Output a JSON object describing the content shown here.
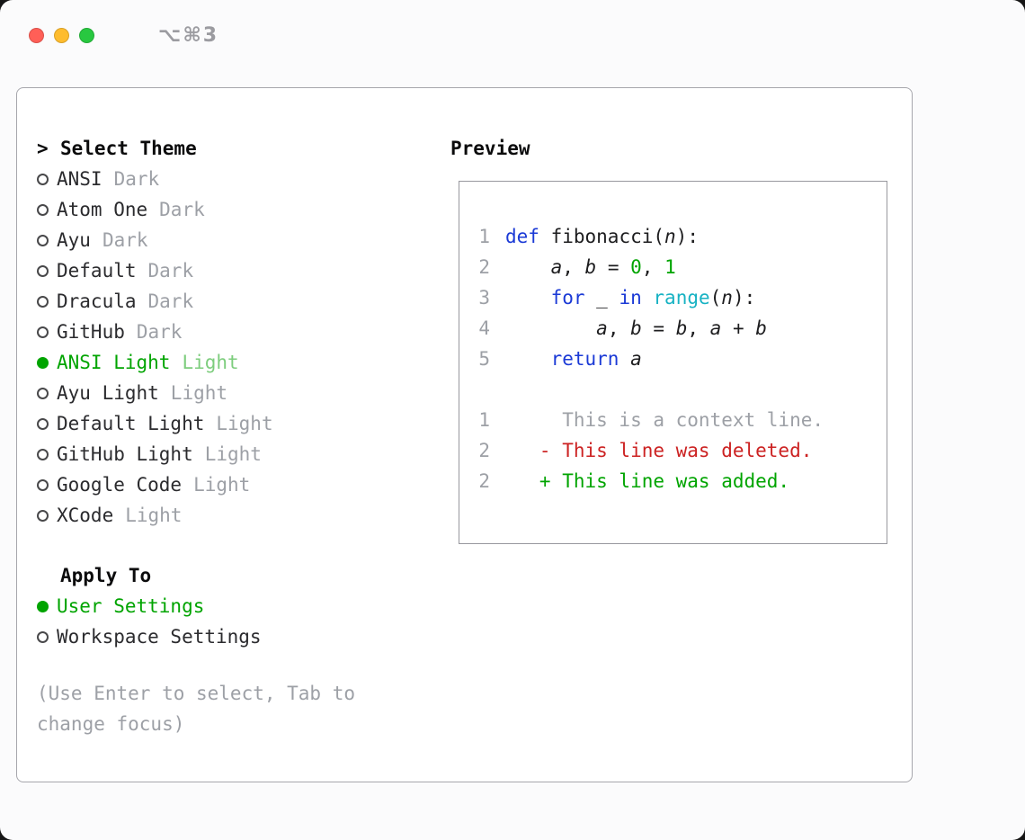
{
  "window": {
    "shortcut": "⌥⌘3"
  },
  "colors": {
    "accent_green": "#00a400",
    "accent_green_soft": "#7dcd7d",
    "keyword_blue": "#1b3ad6",
    "function_cyan": "#17b2c3",
    "number_green": "#00a400",
    "deleted_red": "#cc2222",
    "added_green": "#00a400",
    "muted_gray": "#9da0a6",
    "traffic_red": "#ff5f57",
    "traffic_yellow": "#febc2e",
    "traffic_green": "#28c840"
  },
  "theme_panel": {
    "title_prefix": ">",
    "title": "Select Theme",
    "themes": [
      {
        "name": "ANSI",
        "variant": "Dark",
        "selected": false
      },
      {
        "name": "Atom One",
        "variant": "Dark",
        "selected": false
      },
      {
        "name": "Ayu",
        "variant": "Dark",
        "selected": false
      },
      {
        "name": "Default",
        "variant": "Dark",
        "selected": false
      },
      {
        "name": "Dracula",
        "variant": "Dark",
        "selected": false
      },
      {
        "name": "GitHub",
        "variant": "Dark",
        "selected": false
      },
      {
        "name": "ANSI Light",
        "variant": "Light",
        "selected": true
      },
      {
        "name": "Ayu Light",
        "variant": "Light",
        "selected": false
      },
      {
        "name": "Default Light",
        "variant": "Light",
        "selected": false
      },
      {
        "name": "GitHub Light",
        "variant": "Light",
        "selected": false
      },
      {
        "name": "Google Code",
        "variant": "Light",
        "selected": false
      },
      {
        "name": "XCode",
        "variant": "Light",
        "selected": false
      }
    ]
  },
  "apply_panel": {
    "title": "Apply To",
    "options": [
      {
        "label": "User Settings",
        "selected": true
      },
      {
        "label": "Workspace Settings",
        "selected": false
      }
    ]
  },
  "hint": "(Use Enter to select, Tab to change focus)",
  "preview": {
    "title": "Preview",
    "lines": [
      {
        "no": "1",
        "tokens": [
          {
            "s": "kw",
            "t": "def"
          },
          {
            "t": " fibonacci("
          },
          {
            "s": "var",
            "t": "n"
          },
          {
            "t": "):"
          }
        ]
      },
      {
        "no": "2",
        "tokens": [
          {
            "t": "    "
          },
          {
            "s": "var",
            "t": "a"
          },
          {
            "t": ", "
          },
          {
            "s": "var",
            "t": "b"
          },
          {
            "t": " = "
          },
          {
            "s": "num",
            "t": "0"
          },
          {
            "t": ", "
          },
          {
            "s": "num",
            "t": "1"
          }
        ]
      },
      {
        "no": "3",
        "tokens": [
          {
            "t": "    "
          },
          {
            "s": "kw",
            "t": "for"
          },
          {
            "t": " _ "
          },
          {
            "s": "kw",
            "t": "in"
          },
          {
            "t": " "
          },
          {
            "s": "fn",
            "t": "range"
          },
          {
            "t": "("
          },
          {
            "s": "var",
            "t": "n"
          },
          {
            "t": "):"
          }
        ]
      },
      {
        "no": "4",
        "tokens": [
          {
            "t": "        "
          },
          {
            "s": "var",
            "t": "a"
          },
          {
            "t": ", "
          },
          {
            "s": "var",
            "t": "b"
          },
          {
            "t": " = "
          },
          {
            "s": "var",
            "t": "b"
          },
          {
            "t": ", "
          },
          {
            "s": "var",
            "t": "a"
          },
          {
            "t": " + "
          },
          {
            "s": "var",
            "t": "b"
          }
        ]
      },
      {
        "no": "5",
        "tokens": [
          {
            "t": "    "
          },
          {
            "s": "kw",
            "t": "return"
          },
          {
            "t": " "
          },
          {
            "s": "var",
            "t": "a"
          }
        ]
      },
      {
        "no": "",
        "tokens": []
      },
      {
        "no": "1",
        "tokens": [
          {
            "s": "ctx",
            "t": "     This is a context line."
          }
        ]
      },
      {
        "no": "2",
        "tokens": [
          {
            "s": "del",
            "t": "   - This line was deleted."
          }
        ]
      },
      {
        "no": "2",
        "tokens": [
          {
            "s": "add",
            "t": "   + This line was added."
          }
        ]
      }
    ]
  }
}
